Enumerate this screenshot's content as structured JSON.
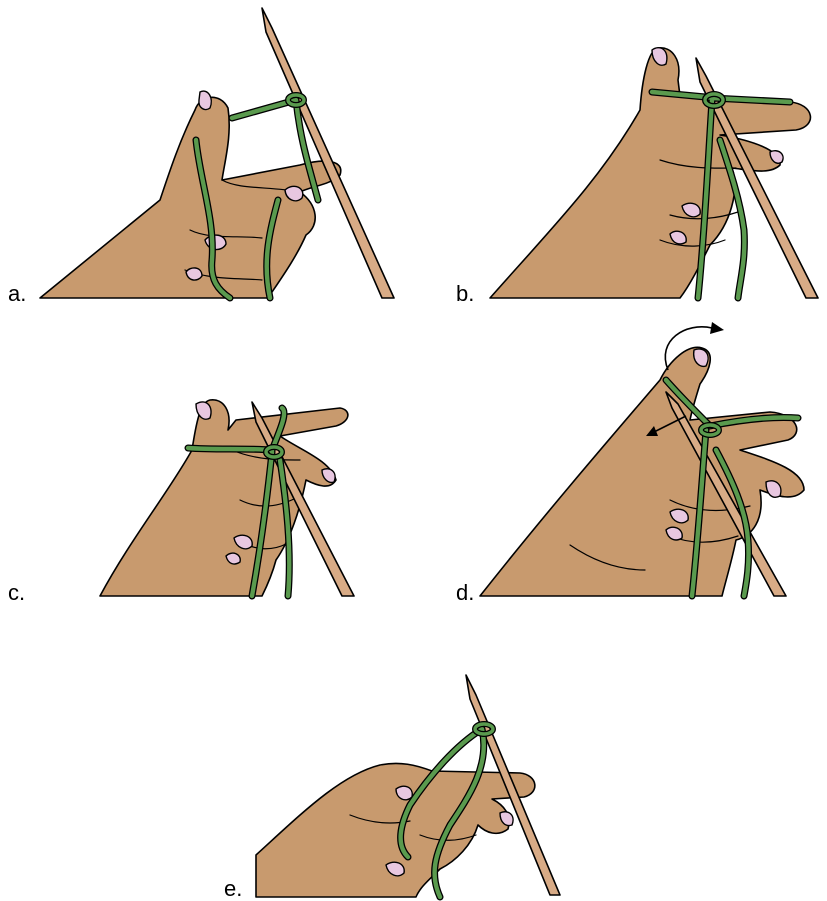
{
  "colors": {
    "skin": "#c89a6e",
    "nail": "#e8c7e0",
    "yarn": "#5a9a4e",
    "needle": "#d8ab86",
    "outline": "#000000"
  },
  "panels": [
    {
      "label": "a."
    },
    {
      "label": "b."
    },
    {
      "label": "c."
    },
    {
      "label": "d."
    },
    {
      "label": "e."
    }
  ]
}
